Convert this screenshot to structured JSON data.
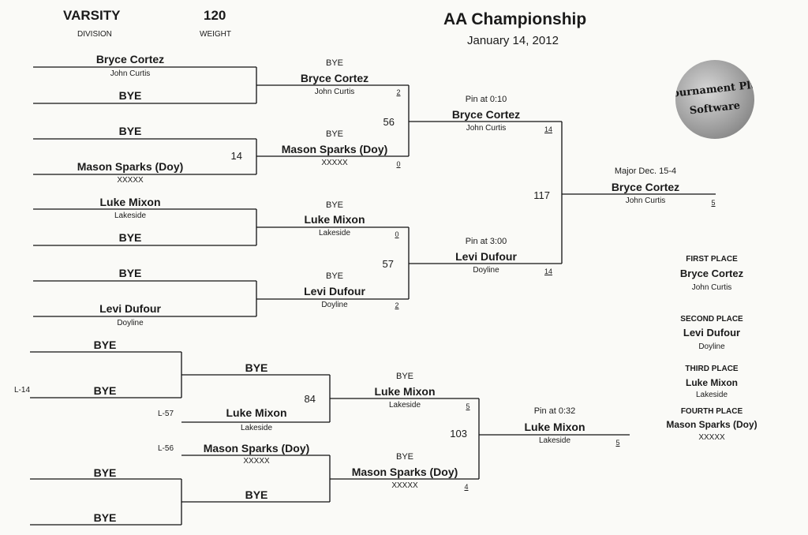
{
  "header": {
    "division": "VARSITY",
    "division_label": "DIVISION",
    "weight": "120",
    "weight_label": "WEIGHT",
    "title": "AA Championship",
    "date": "January 14, 2012"
  },
  "logo": {
    "line1": "Tournament Plus",
    "line2": "Software"
  },
  "round1": [
    {
      "name": "Bryce Cortez",
      "school": "John Curtis"
    },
    {
      "name": "BYE",
      "school": ""
    },
    {
      "name": "BYE",
      "school": ""
    },
    {
      "name": "Mason Sparks (Doy)",
      "school": "XXXXX"
    },
    {
      "name": "Luke Mixon",
      "school": "Lakeside"
    },
    {
      "name": "BYE",
      "school": ""
    },
    {
      "name": "BYE",
      "school": ""
    },
    {
      "name": "Levi Dufour",
      "school": "Doyline"
    }
  ],
  "round1_bouts": [
    "14"
  ],
  "round2": [
    {
      "result": "BYE",
      "name": "Bryce Cortez",
      "school": "John Curtis",
      "score": "2"
    },
    {
      "result": "BYE",
      "name": "Mason Sparks (Doy)",
      "school": "XXXXX",
      "score": "0"
    },
    {
      "result": "BYE",
      "name": "Luke Mixon",
      "school": "Lakeside",
      "score": "0"
    },
    {
      "result": "BYE",
      "name": "Levi Dufour",
      "school": "Doyline",
      "score": "2"
    }
  ],
  "round2_bouts": [
    "56",
    "57"
  ],
  "semis": [
    {
      "result": "Pin at 0:10",
      "name": "Bryce Cortez",
      "school": "John Curtis",
      "score": "14"
    },
    {
      "result": "Pin at 3:00",
      "name": "Levi Dufour",
      "school": "Doyline",
      "score": "14"
    }
  ],
  "final_bout": "117",
  "final": {
    "result": "Major Dec. 15-4",
    "name": "Bryce Cortez",
    "school": "John Curtis",
    "score": "5"
  },
  "places": [
    {
      "label": "FIRST PLACE",
      "name": "Bryce Cortez",
      "school": "John Curtis"
    },
    {
      "label": "SECOND PLACE",
      "name": "Levi Dufour",
      "school": "Doyline"
    },
    {
      "label": "THIRD PLACE",
      "name": "Luke Mixon",
      "school": "Lakeside"
    },
    {
      "label": "FOURTH PLACE",
      "name": "Mason Sparks (Doy)",
      "school": "XXXXX"
    }
  ],
  "consolation": {
    "entries": [
      {
        "name": "BYE",
        "side": ""
      },
      {
        "name": "BYE",
        "side": "L-14"
      },
      {
        "name": "BYE",
        "side": ""
      },
      {
        "name": "BYE",
        "side": ""
      }
    ],
    "round1": [
      {
        "name": "BYE",
        "school": "",
        "side": ""
      },
      {
        "name": "Luke Mixon",
        "school": "Lakeside",
        "side": "L-57"
      },
      {
        "name": "Mason Sparks (Doy)",
        "school": "XXXXX",
        "side": "L-56"
      },
      {
        "name": "BYE",
        "school": "",
        "side": ""
      }
    ],
    "round1_bouts": [
      "84"
    ],
    "round2": [
      {
        "result": "BYE",
        "name": "Luke Mixon",
        "school": "Lakeside",
        "score": "5"
      },
      {
        "result": "BYE",
        "name": "Mason Sparks (Doy)",
        "school": "XXXXX",
        "score": "4"
      }
    ],
    "final_bout": "103",
    "final": {
      "result": "Pin at 0:32",
      "name": "Luke Mixon",
      "school": "Lakeside",
      "score": "5"
    }
  }
}
